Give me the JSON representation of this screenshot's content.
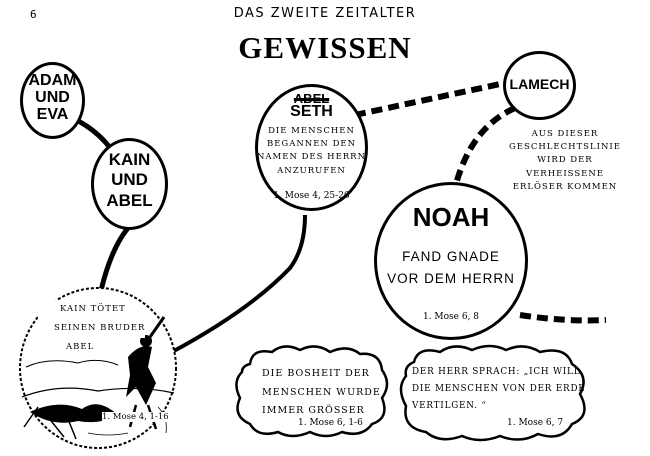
{
  "header": {
    "page_number": "6",
    "running_title": "DAS ZWEITE ZEITALTER",
    "chapter_title": "GEWISSEN"
  },
  "nodes": {
    "adam_eva": {
      "lines": [
        "ADAM",
        "UND",
        "EVA"
      ]
    },
    "kain_abel": {
      "lines": [
        "KAIN",
        "UND",
        "ABEL"
      ]
    },
    "abel_seth": {
      "struck": "ABEL",
      "name": "SETH",
      "text": [
        "DIE MENSCHEN",
        "BEGANNEN DEN",
        "NAMEN DES HERRN",
        "ANZURUFEN"
      ],
      "reference": "1. Mose 4, 25-26"
    },
    "lamech": {
      "name": "LAMECH"
    },
    "noah": {
      "name": "NOAH",
      "text": [
        "FAND GNADE",
        "VOR DEM HERRN"
      ],
      "reference": "1. Mose 6, 8"
    }
  },
  "note": {
    "lines": [
      "AUS DIESER",
      "GESCHLECHTSLINIE",
      "WIRD DER VERHEISSENE",
      "ERLÖSER KOMMEN"
    ]
  },
  "illustration": {
    "caption": [
      "KAIN TÖTET",
      "SEINEN BRUDER",
      "ABEL"
    ],
    "reference": "1. Mose 4, 1-16"
  },
  "clouds": [
    {
      "lines": [
        "DIE BOSHEIT DER",
        "MENSCHEN WURDE",
        "IMMER GRÖSSER"
      ],
      "reference": "1. Mose 6, 1-6"
    },
    {
      "lines": [
        "DER HERR SPRACH: „ICH WILL",
        "DIE MENSCHEN VON DER ERDE",
        "VERTILGEN. “"
      ],
      "reference": "1. Mose 6, 7"
    }
  ]
}
